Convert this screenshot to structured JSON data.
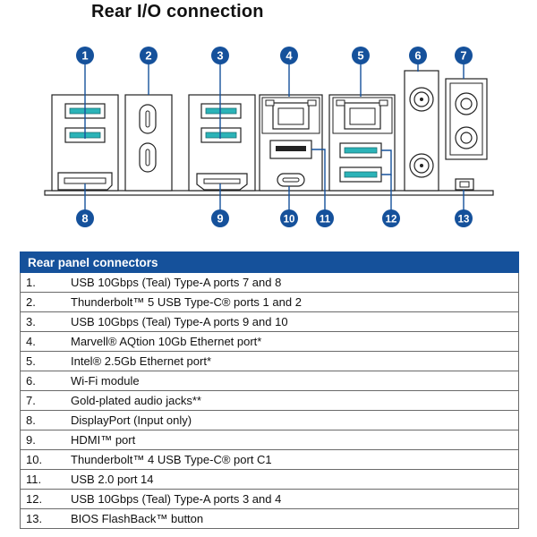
{
  "title": "Rear I/O connection",
  "callouts": [
    "1",
    "2",
    "3",
    "4",
    "5",
    "6",
    "7",
    "8",
    "9",
    "10",
    "11",
    "12",
    "13"
  ],
  "colors": {
    "accent_blue": "#15519b",
    "usb_teal": "#2bb3b8"
  },
  "table": {
    "header": "Rear panel connectors",
    "rows": [
      {
        "num": "1.",
        "desc": "USB 10Gbps (Teal) Type-A ports 7 and 8"
      },
      {
        "num": "2.",
        "desc": "Thunderbolt™ 5 USB Type-C® ports 1 and 2"
      },
      {
        "num": "3.",
        "desc": "USB 10Gbps (Teal) Type-A ports 9 and 10"
      },
      {
        "num": "4.",
        "desc": "Marvell® AQtion 10Gb Ethernet port*"
      },
      {
        "num": "5.",
        "desc": "Intel® 2.5Gb Ethernet port*"
      },
      {
        "num": "6.",
        "desc": "Wi-Fi module"
      },
      {
        "num": "7.",
        "desc": "Gold-plated audio jacks**"
      },
      {
        "num": "8.",
        "desc": "DisplayPort (Input only)"
      },
      {
        "num": "9.",
        "desc": "HDMI™ port"
      },
      {
        "num": "10.",
        "desc": "Thunderbolt™ 4 USB Type-C® port C1"
      },
      {
        "num": "11.",
        "desc": "USB 2.0 port 14"
      },
      {
        "num": "12.",
        "desc": "USB 10Gbps (Teal) Type-A ports 3 and 4"
      },
      {
        "num": "13.",
        "desc": "BIOS FlashBack™ button"
      }
    ]
  }
}
